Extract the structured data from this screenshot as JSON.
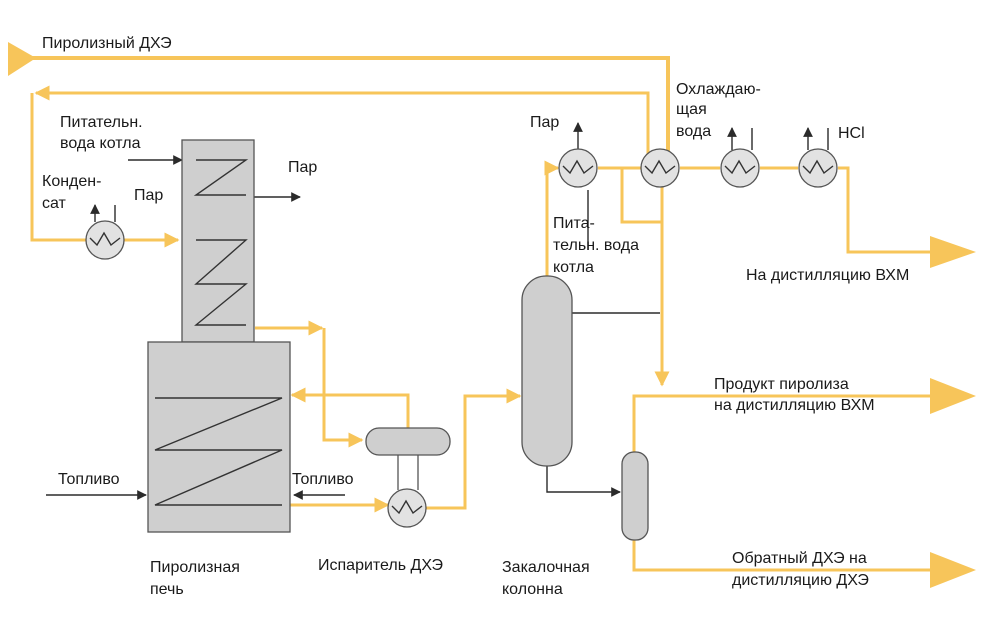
{
  "labels": {
    "pyrolysis_dhe": "Пиролизный ДХЭ",
    "feedwater1_l1": "Питательн.",
    "feedwater1_l2": "вода котла",
    "steam1": "Пар",
    "condensate_l1": "Конден-",
    "condensate_l2": "сат",
    "steam2": "Пар",
    "steam3": "Пар",
    "cooling_l1": "Охлаждаю-",
    "cooling_l2": "щая",
    "cooling_l3": "вода",
    "hcl": "HCl",
    "feedwater2_l1": "Пита-",
    "feedwater2_l2": "тельн. вода",
    "feedwater2_l3": "котла",
    "to_vcm": "На дистилляцию ВХМ",
    "product_l1": "Продукт пиролиза",
    "product_l2": "на дистилляцию ВХМ",
    "fuel_left": "Топливо",
    "fuel_right": "Топливо",
    "return_l1": "Обратный ДХЭ на",
    "return_l2": "дистилляцию ДХЭ",
    "furnace_l1": "Пиролизная",
    "furnace_l2": "печь",
    "evaporator": "Испаритель ДХЭ",
    "quench_l1": "Закалочная",
    "quench_l2": "колонна"
  },
  "colors": {
    "flow": "#f7c55a",
    "equipment": "#cfcfcf",
    "line": "#2b2b2b"
  }
}
